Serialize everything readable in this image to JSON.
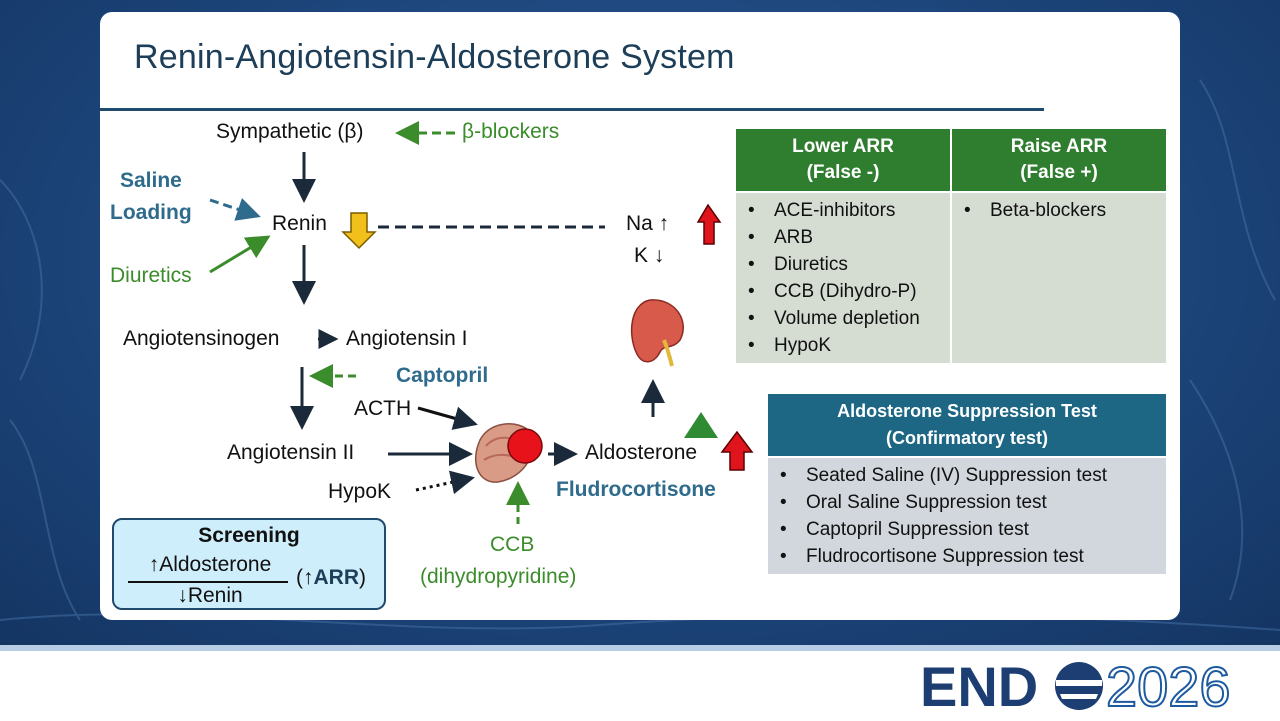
{
  "title": "Renin-Angiotensin-Aldosterone System",
  "diagram": {
    "sympathetic": "Sympathetic (β)",
    "beta_blockers": "β-blockers",
    "saline_loading_1": "Saline",
    "saline_loading_2": "Loading",
    "renin": "Renin",
    "diuretics": "Diuretics",
    "na": "Na ↑",
    "k": "K ↓",
    "angiotensinogen": "Angiotensinogen",
    "angiotensin_i": "Angiotensin I",
    "captopril": "Captopril",
    "acth": "ACTH",
    "angiotensin_ii": "Angiotensin II",
    "aldosterone": "Aldosterone",
    "hypok": "HypoK",
    "fludrocortisone": "Fludrocortisone",
    "ccb_1": "CCB",
    "ccb_2": "(dihydropyridine)"
  },
  "screening": {
    "title": "Screening",
    "numerator": "↑Aldosterone",
    "denominator": "↓Renin",
    "ratio_prefix": "(↑",
    "ratio_bold": "ARR",
    "ratio_suffix": ")"
  },
  "arr_table": {
    "headers": [
      {
        "line1": "Lower ARR",
        "line2": "(False -)"
      },
      {
        "line1": "Raise ARR",
        "line2": "(False +)"
      }
    ],
    "lower": [
      "ACE-inhibitors",
      "ARB",
      "Diuretics",
      "CCB (Dihydro-P)",
      "Volume depletion",
      "HypoK"
    ],
    "raise": [
      "Beta-blockers"
    ]
  },
  "ast_table": {
    "header_line1": "Aldosterone Suppression Test",
    "header_line2": "(Confirmatory test)",
    "items": [
      "Seated Saline (IV) Suppression test",
      "Oral Saline Suppression test",
      "Captopril Suppression test",
      "Fludrocortisone Suppression test"
    ]
  },
  "logo": {
    "left": "END",
    "right": "2026"
  },
  "colors": {
    "green": "#3b8c2b",
    "teal": "#2e6b8c",
    "navy": "#1d3e58",
    "red_arrow": "#e0141c",
    "yellow_arrow": "#f2c01a"
  }
}
